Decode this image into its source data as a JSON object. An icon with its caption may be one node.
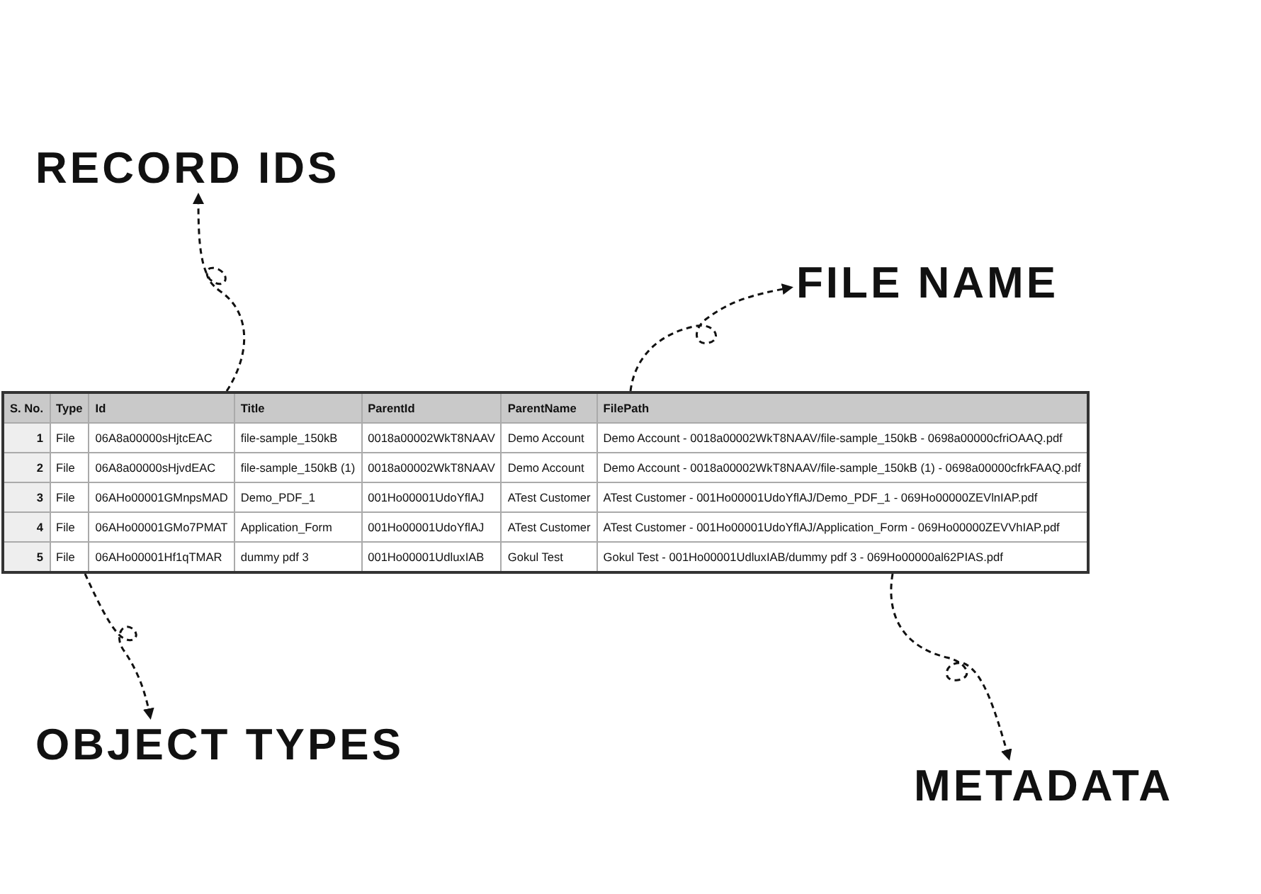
{
  "diagram": {
    "nodes": [
      {
        "text": [
          "RECORD IDS"
        ]
      },
      {
        "text": [
          "FILE NAME"
        ]
      },
      {
        "text": [],
        "shape": "box"
      },
      {
        "text": [
          "OBJECT TYPES"
        ]
      },
      {
        "text": [
          "METADATA"
        ]
      }
    ],
    "edges": [
      {
        "from": 2,
        "to": 0,
        "arrow": "to",
        "style": "dashed"
      },
      {
        "from": 2,
        "to": 1,
        "arrow": "to",
        "style": "dashed"
      },
      {
        "from": 2,
        "to": 3,
        "arrow": "to",
        "style": "dashed"
      },
      {
        "from": 2,
        "to": 4,
        "arrow": "to",
        "style": "dashed"
      }
    ],
    "labels": [
      "S. No.",
      "Type",
      "Id",
      "Title",
      "ParentId",
      "ParentName",
      "FilePath",
      "1",
      "File",
      "06A8a00000sHjtcEAC",
      "file-sample_150kB",
      "0018a00002WkT8NAAV",
      "Demo Account",
      "Demo Account - 0018a00002WkT8NAAV/file-sample_150kB - 0698a00000cfriOAAQ.pdf",
      "2",
      "File",
      "06A8a00000sHjvdEAC",
      "file-sample_150kB (1)",
      "0018a00002WkT8NAAV",
      "Demo Account",
      "Demo Account - 0018a00002WkT8NAAV/file-sample_150kB (1) - 0698a00000cfrkFAAQ.pdf",
      "3",
      "File",
      "06AHo00001GMnpsMAD",
      "Demo_PDF_1",
      "001Ho00001UdoYflAJ",
      "ATest Customer",
      "ATest Customer - 001Ho00001UdoYflAJ/Demo_PDF_1 - 069Ho00000ZEVlnIAP.pdf",
      "4",
      "File",
      "06AHo00001GMo7PMAT",
      "Application_Form",
      "001Ho00001UdoYflAJ",
      "ATest Customer",
      "ATest Customer - 001Ho00001UdoYflAJ/Application_Form - 069Ho00000ZEVVhIAP.pdf",
      "5",
      "File",
      "06AHo00001Hf1qTMAR",
      "dummy pdf 3",
      "001Ho00001UdluxIAB",
      "Gokul Test",
      "Gokul Test - 001Ho00001UdluxIAB/dummy pdf 3 - 069Ho00000al62PIAS.pdf"
    ]
  }
}
